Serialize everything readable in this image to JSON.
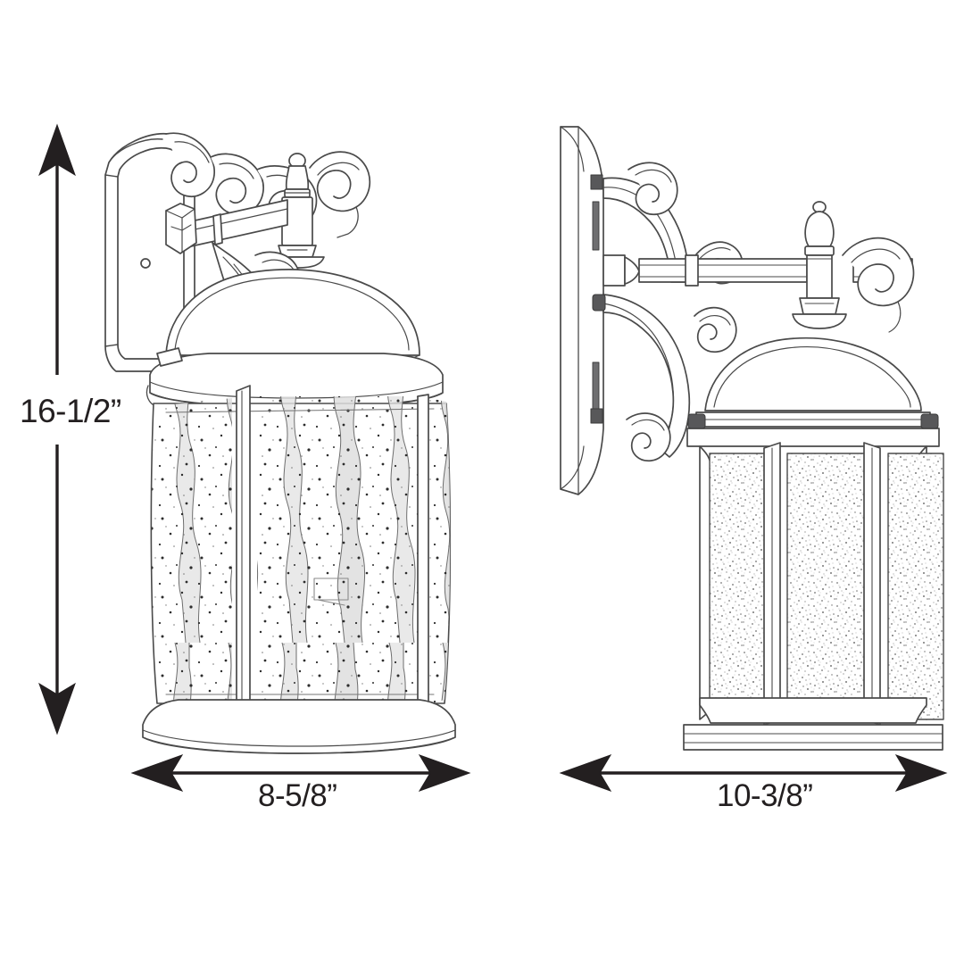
{
  "drawing": {
    "title": "Outdoor wall lantern dimensional drawing",
    "type": "technical-line-drawing",
    "background_color": "#ffffff",
    "line_color": "#4a4a4a",
    "dimension_color": "#231f20",
    "glass_tint": "#e8e8e8",
    "fastener_color": "#58585a"
  },
  "dimensions": {
    "height": {
      "label": "16-1/2”",
      "value": 16.5,
      "unit": "inch",
      "orientation": "vertical"
    },
    "front_width": {
      "label": "8-5/8”",
      "value": 8.625,
      "unit": "inch",
      "orientation": "horizontal"
    },
    "side_width": {
      "label": "10-3/8”",
      "value": 10.375,
      "unit": "inch",
      "orientation": "horizontal"
    }
  },
  "views": {
    "front": {
      "name": "front-elevation",
      "parts": [
        "wall-mount-backplate",
        "ornamental-scrollwork",
        "horizontal-cross-arm",
        "faceted-finial-cap",
        "top-ball-finial",
        "domed-roof",
        "roof-collar-ring",
        "curved-seeded-water-glass",
        "vertical-glass-mullion",
        "lantern-base-skirt"
      ],
      "glass_panels": 3,
      "mullions": 2
    },
    "side": {
      "name": "side-elevation",
      "parts": [
        "wall-mount-backplate-profile",
        "upper-scroll-bracket",
        "lower-scroll-bracket",
        "horizontal-cross-arm",
        "ball-finial",
        "domed-roof",
        "collar-with-thumbscrews",
        "seeded-glass-panels",
        "corner-post-mullions",
        "lantern-base-plinth"
      ],
      "glass_panels": 3,
      "mullions": 2,
      "thumbscrews": 4
    }
  }
}
